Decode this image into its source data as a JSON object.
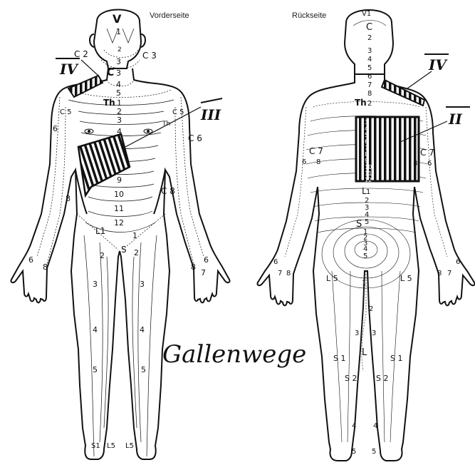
{
  "headers": {
    "front": "Vorderseite",
    "back": "Rückseite"
  },
  "title": "Gallenwege",
  "zones": {
    "front_cross": "III",
    "front_shoulder": "IV",
    "back_rect": "II",
    "back_shoulder": "IV"
  },
  "front": {
    "head_v": "V",
    "head_1": "1",
    "head_2": "2",
    "c2_left": "C 2",
    "c3_right": "C 3",
    "neck_3": "3",
    "c_neck": "C",
    "neck_3b": "3",
    "neck_4": "4",
    "neck_5": "5",
    "th": "Th",
    "th1": "1",
    "th2": "2",
    "th3": "3",
    "th4": "4",
    "th9": "9",
    "th10": "10",
    "th11": "11",
    "th12": "12",
    "l1": "L1",
    "s_center": "S",
    "c5_left": "C 5",
    "c5_right": "C 5",
    "c6_left": "6",
    "c6_right": "C 6",
    "c8_left": "8",
    "c8_right": "C 8",
    "hand_left_6": "6",
    "hand_left_8": "8",
    "hand_right_8": "8",
    "hand_right_7": "7",
    "hand_right_6": "6",
    "leg_l2": "2",
    "leg_r2": "2",
    "leg_l3": "3",
    "leg_r3": "3",
    "leg_l4": "4",
    "leg_r4": "4",
    "leg_l5": "5",
    "leg_r5": "5",
    "foot_s1": "S1",
    "foot_l5l": "L5",
    "foot_l5r": "L5",
    "th_small": "Th",
    "leg_r1": "1"
  },
  "back": {
    "v1": "V1",
    "c": "C",
    "c2": "2",
    "neck": [
      "3",
      "4",
      "5",
      "6",
      "7",
      "8"
    ],
    "th": "Th",
    "th2": "2",
    "spine_th": [
      "3",
      "4",
      "5",
      "6",
      "7",
      "8",
      "9",
      "10",
      "11",
      "12"
    ],
    "l": "L",
    "spine_l": [
      "1",
      "2",
      "3",
      "4",
      "5"
    ],
    "s": "S",
    "spine_s": [
      "1",
      "2",
      "3",
      "4",
      "5"
    ],
    "c7_left": "C 7",
    "c6_left": "6",
    "c8_left": "8",
    "c7_right": "C 7",
    "c6_right": "6",
    "c8_right": "8",
    "hand_left_6": "6",
    "hand_left_7": "7",
    "hand_left_8": "8",
    "hand_right_8": "8",
    "hand_right_7": "7",
    "hand_right_6": "6",
    "l5_left": "L 5",
    "l5_right": "L 5",
    "s1_left": "S 1",
    "s1_right": "S 1",
    "s2_left": "S 2",
    "s2_right": "S 2",
    "leg_1": "1",
    "leg_2": "2",
    "leg_3l": "3",
    "leg_3r": "3",
    "leg_4l": "4",
    "leg_4r": "4",
    "leg_5l": "5",
    "leg_5r": "5",
    "leg_l": "L"
  }
}
